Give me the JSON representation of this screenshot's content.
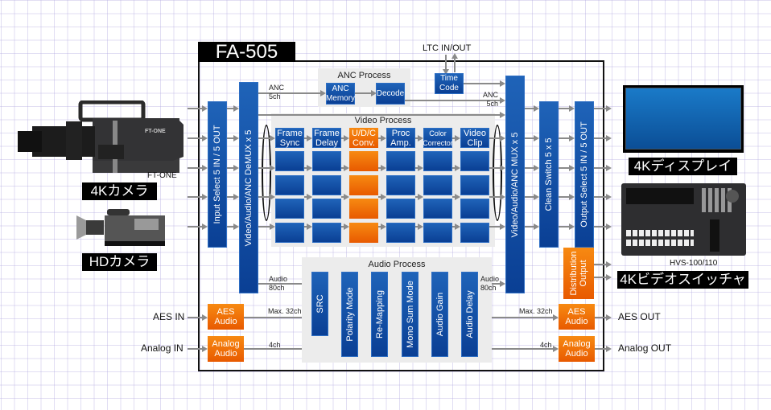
{
  "device_title": "FA-505",
  "colors": {
    "blue": "#0d4a9e",
    "orange": "#f07000",
    "panel": "#ececec",
    "grid": "#c8c0e8"
  },
  "ltc": {
    "label": "LTC IN/OUT",
    "box": "Time\nCode"
  },
  "anc_process": {
    "title": "ANC Process",
    "blocks": [
      "ANC\nMemory",
      "Decode"
    ],
    "in_label": "ANC\n5ch",
    "out_label": "ANC\n5ch"
  },
  "video_process": {
    "title": "Video Process",
    "columns": [
      {
        "label": "Frame\nSync",
        "color": "blue"
      },
      {
        "label": "Frame\nDelay",
        "color": "blue"
      },
      {
        "label": "U/D/C\nConv.",
        "color": "orange"
      },
      {
        "label": "Proc\nAmp.",
        "color": "blue"
      },
      {
        "label": "Color\nCorrector",
        "color": "blue"
      },
      {
        "label": "Video\nClip",
        "color": "blue"
      }
    ],
    "rows": 5
  },
  "audio_process": {
    "title": "Audio Process",
    "blocks": [
      "SRC",
      "Polarity Mode",
      "Re-Mapping",
      "Mono Sum Mode",
      "Audio Gain",
      "Audio Delay"
    ],
    "in_label": "Audio\n80ch",
    "out_label": "Audio\n80ch",
    "aes_in_ch": "Max. 32ch",
    "aes_out_ch": "Max. 32ch",
    "analog_in_ch": "4ch",
    "analog_out_ch": "4ch"
  },
  "vertical_blocks": {
    "input_select": "Input Select 5 IN / 5 OUT",
    "demux": "Video/Audio/ANC DeMUX x 5",
    "mux": "Video/Audio/ANC MUX x 5",
    "clean_switch": "Clean Switch 5 x 5",
    "output_select": "Output Select 5 IN / 5 OUT",
    "distribution": "Distribution\nOutput"
  },
  "audio_io_blocks": {
    "aes_in": "AES\nAudio",
    "analog_in": "Analog\nAudio",
    "aes_out": "AES\nAudio",
    "analog_out": "Analog\nAudio"
  },
  "external": {
    "camera_4k_model": "FT-ONE",
    "camera_4k_label": "4Kカメラ",
    "camera_hd_label": "HDカメラ",
    "display_label": "4Kディスプレイ",
    "switcher_model": "HVS-100/110",
    "switcher_label": "4Kビデオスイッチャ",
    "aes_in": "AES IN",
    "analog_in": "Analog IN",
    "aes_out": "AES OUT",
    "analog_out": "Analog OUT"
  }
}
